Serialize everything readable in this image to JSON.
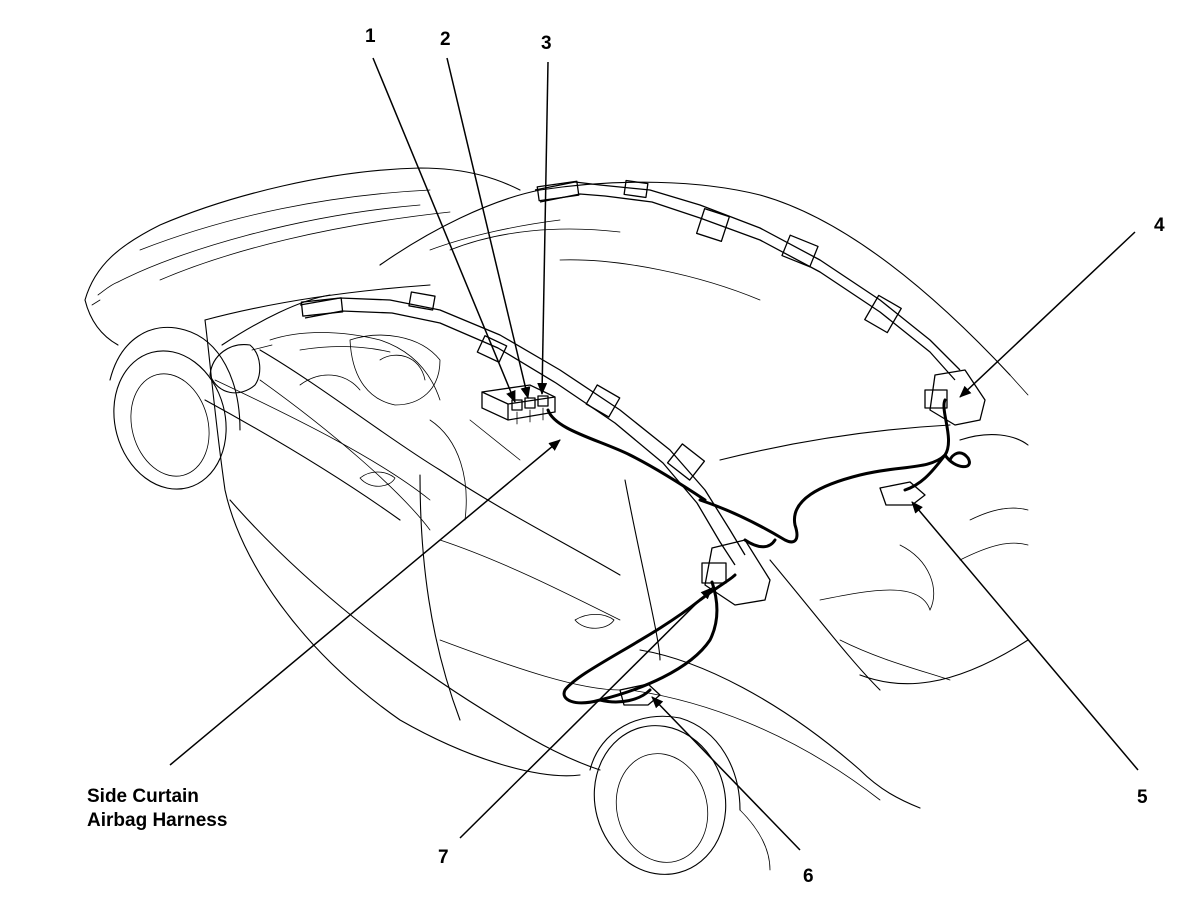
{
  "callouts": [
    {
      "label": "1"
    },
    {
      "label": "2"
    },
    {
      "label": "3"
    },
    {
      "label": "4"
    },
    {
      "label": "5"
    },
    {
      "label": "6"
    },
    {
      "label": "7"
    }
  ],
  "harness_label": {
    "line1": "Side Curtain",
    "line2": "Airbag Harness"
  }
}
